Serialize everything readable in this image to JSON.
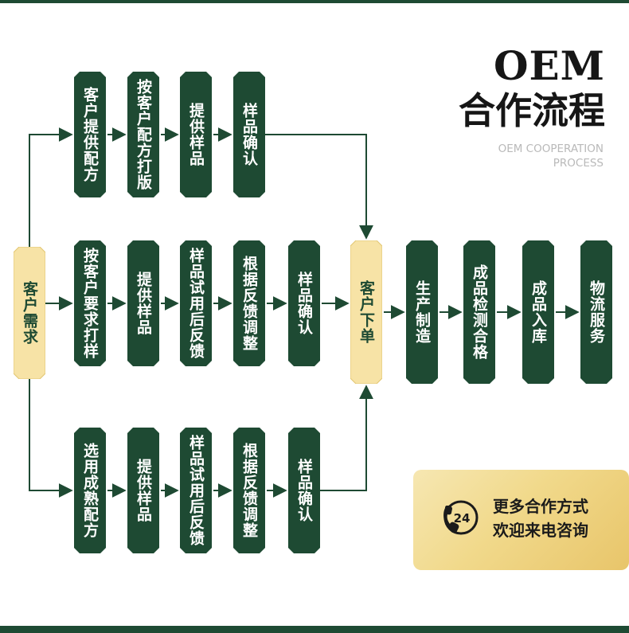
{
  "title": {
    "main": "OEM",
    "sub": "合作流程",
    "en_line1": "OEM COOPERATION",
    "en_line2": "PROCESS"
  },
  "start": "客户需求",
  "order": "客户下单",
  "rows": {
    "top": [
      "客户提供配方",
      "按客户配方打版",
      "提供样品",
      "样品确认"
    ],
    "middle": [
      "按客户要求打样",
      "提供样品",
      "样品试用后反馈",
      "根据反馈调整",
      "样品确认"
    ],
    "bottom": [
      "选用成熟配方",
      "提供样品",
      "样品试用后反馈",
      "根据反馈调整",
      "样品确认"
    ]
  },
  "after_order": [
    "生产制造",
    "成品检测合格",
    "成品入库",
    "物流服务"
  ],
  "contact": {
    "icon": "phone-24-icon",
    "badge": "24",
    "line1": "更多合作方式",
    "line2": "欢迎来电咨询"
  },
  "colors": {
    "green": "#1e4a33",
    "cream": "#f7e3a6",
    "gold": "#e8c56a"
  }
}
